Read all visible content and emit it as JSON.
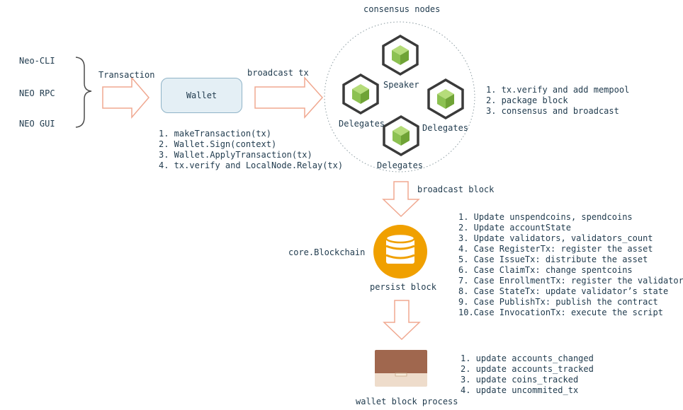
{
  "sources": [
    "Neo-CLI",
    "NEO RPC",
    "NEO GUI"
  ],
  "labels": {
    "transaction": "Transaction",
    "wallet": "Wallet",
    "broadcast_tx": "broadcast tx",
    "consensus_nodes": "consensus nodes",
    "speaker": "Speaker",
    "delegates_left": "Delegates",
    "delegates_right": "Delegates",
    "delegates_bottom": "Delegates",
    "broadcast_block": "broadcast block",
    "core_blockchain": "core.Blockchain",
    "persist_block": "persist block",
    "wallet_block_process": "wallet block process"
  },
  "wallet_steps": [
    "1. makeTransaction(tx)",
    "2. Wallet.Sign(context)",
    "3. Wallet.ApplyTransaction(tx)",
    "4. tx.verify and LocalNode.Relay(tx)"
  ],
  "consensus_steps": [
    "1. tx.verify and add mempool",
    "2. package block",
    "3. consensus and broadcast"
  ],
  "persist_steps": [
    "1. Update unspendcoins, spendcoins",
    "2. Update accountState",
    "3. Update validators, validators_count",
    "4. Case RegisterTx: register the asset",
    "5. Case IssueTx: distribute the asset",
    "6. Case ClaimTx: change spentcoins",
    "7. Case EnrollmentTx: register the validator",
    "8. Case StateTx: update validator’s state",
    "9. Case PublishTx: publish the contract",
    "10.Case InvocationTx: execute the script"
  ],
  "wallet_process_steps": [
    "1. update accounts_changed",
    "2. update accounts_tracked",
    "3. update coins_tracked",
    "4. update uncommited_tx"
  ],
  "colors": {
    "text": "#1f3a4d",
    "arrow_stroke": "#f0a890",
    "arrow_fill": "#ffffff",
    "wallet_fill": "#e4eff5",
    "wallet_border": "#8fb3c7",
    "node_outline": "#3a3a3a",
    "node_cube": "#8cc152",
    "blockchain_fill": "#f0a000",
    "wallet_icon_top": "#a0674e",
    "wallet_icon_bottom": "#eedccb"
  },
  "icons": [
    "brace-icon",
    "node-cube-icon",
    "database-icon",
    "wallet-icon",
    "arrow-right-icon",
    "arrow-down-icon"
  ]
}
